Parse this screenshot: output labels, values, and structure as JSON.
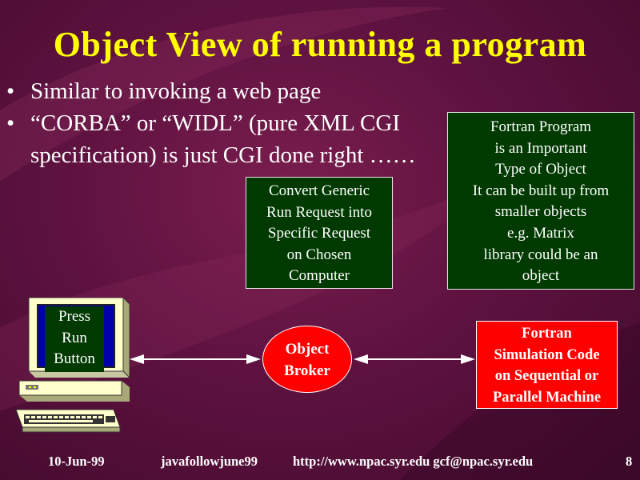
{
  "title": "Object View of running a program",
  "bullets": [
    "Similar to invoking a web page",
    "“CORBA” or “WIDL” (pure XML CGI specification) is just CGI done right ……"
  ],
  "boxes": {
    "convert": [
      "Convert Generic",
      "Run Request into",
      "Specific Request",
      "on Chosen",
      "Computer"
    ],
    "fortran_note": [
      "Fortran Program",
      "is an Important",
      "Type of Object",
      "It can be built up from",
      "smaller objects",
      "e.g. Matrix",
      "library could be an",
      "object"
    ],
    "simulation": [
      "Fortran",
      "Simulation Code",
      "on Sequential or",
      "Parallel Machine"
    ],
    "broker": [
      "Object",
      "Broker"
    ],
    "press_run": [
      "Press",
      "Run",
      "Button"
    ]
  },
  "footer": {
    "date": "10-Jun-99",
    "file": "javafollowjune99",
    "contact": "http://www.npac.syr.edu gcf@npac.syr.edu",
    "page": "8"
  },
  "colors": {
    "background": "#5e1240",
    "title": "#ffff00",
    "green_box": "#003a00",
    "red_box": "#ff0000",
    "computer_body": "#ffffcc"
  },
  "icons": [
    "computer-icon",
    "double-arrow-icon"
  ]
}
